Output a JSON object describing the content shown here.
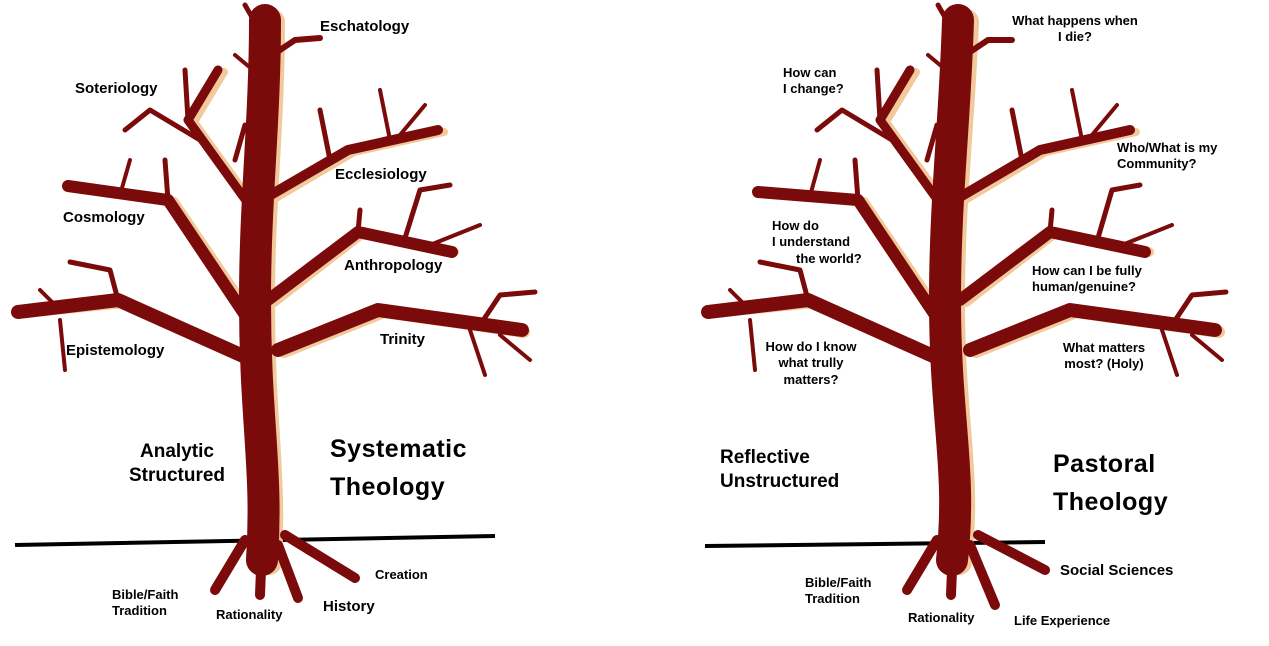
{
  "left_tree": {
    "branches": {
      "eschatology": "Eschatology",
      "soteriology": "Soteriology",
      "ecclesiology": "Ecclesiology",
      "cosmology": "Cosmology",
      "anthropology": "Anthropology",
      "trinity": "Trinity",
      "epistemology": "Epistemology"
    },
    "style_line1": "Analytic",
    "style_line2": "Structured",
    "title_line1": "Systematic",
    "title_line2": "Theology",
    "roots": {
      "bible_line1": "Bible/Faith",
      "bible_line2": "Tradition",
      "rationality": "Rationality",
      "history": "History",
      "creation": "Creation"
    }
  },
  "right_tree": {
    "branches": {
      "die_line1": "What happens when",
      "die_line2": "I die?",
      "change_line1": "How can",
      "change_line2": "I change?",
      "community_line1": "Who/What is my",
      "community_line2": "Community?",
      "world_line1": "How do",
      "world_line2": "I understand",
      "world_line3": "the world?",
      "human_line1": "How can I be fully",
      "human_line2": "human/genuine?",
      "know_line1": "How do I know",
      "know_line2": "what trully",
      "know_line3": "matters?",
      "matters_line1": "What matters",
      "matters_line2": "most? (Holy)"
    },
    "style_line1": "Reflective",
    "style_line2": "Unstructured",
    "title_line1": "Pastoral",
    "title_line2": "Theology",
    "roots": {
      "bible_line1": "Bible/Faith",
      "bible_line2": "Tradition",
      "rationality": "Rationality",
      "life": "Life Experience",
      "social": "Social Sciences"
    }
  },
  "colors": {
    "trunk": "#7b0a0a",
    "highlight": "#f2c99a",
    "ground": "#000000"
  }
}
